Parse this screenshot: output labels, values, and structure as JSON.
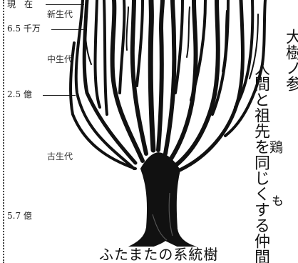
{
  "timeline": {
    "present": "現　在",
    "cenozoic": "新生代",
    "t65": "6.5 千万",
    "mesozoic": "中生代",
    "t25": "2.5 億",
    "paleozoic": "古生代",
    "t57": "5.7 億"
  },
  "caption": "ふたまたの系統樹",
  "right_text": {
    "col1": "人間と祖先を同じくする仲間",
    "col2": "鶏",
    "col3": "も",
    "col4": "大樹ノ参"
  },
  "colors": {
    "ink": "#222222",
    "tree": "#111111",
    "background": "#ffffff"
  }
}
